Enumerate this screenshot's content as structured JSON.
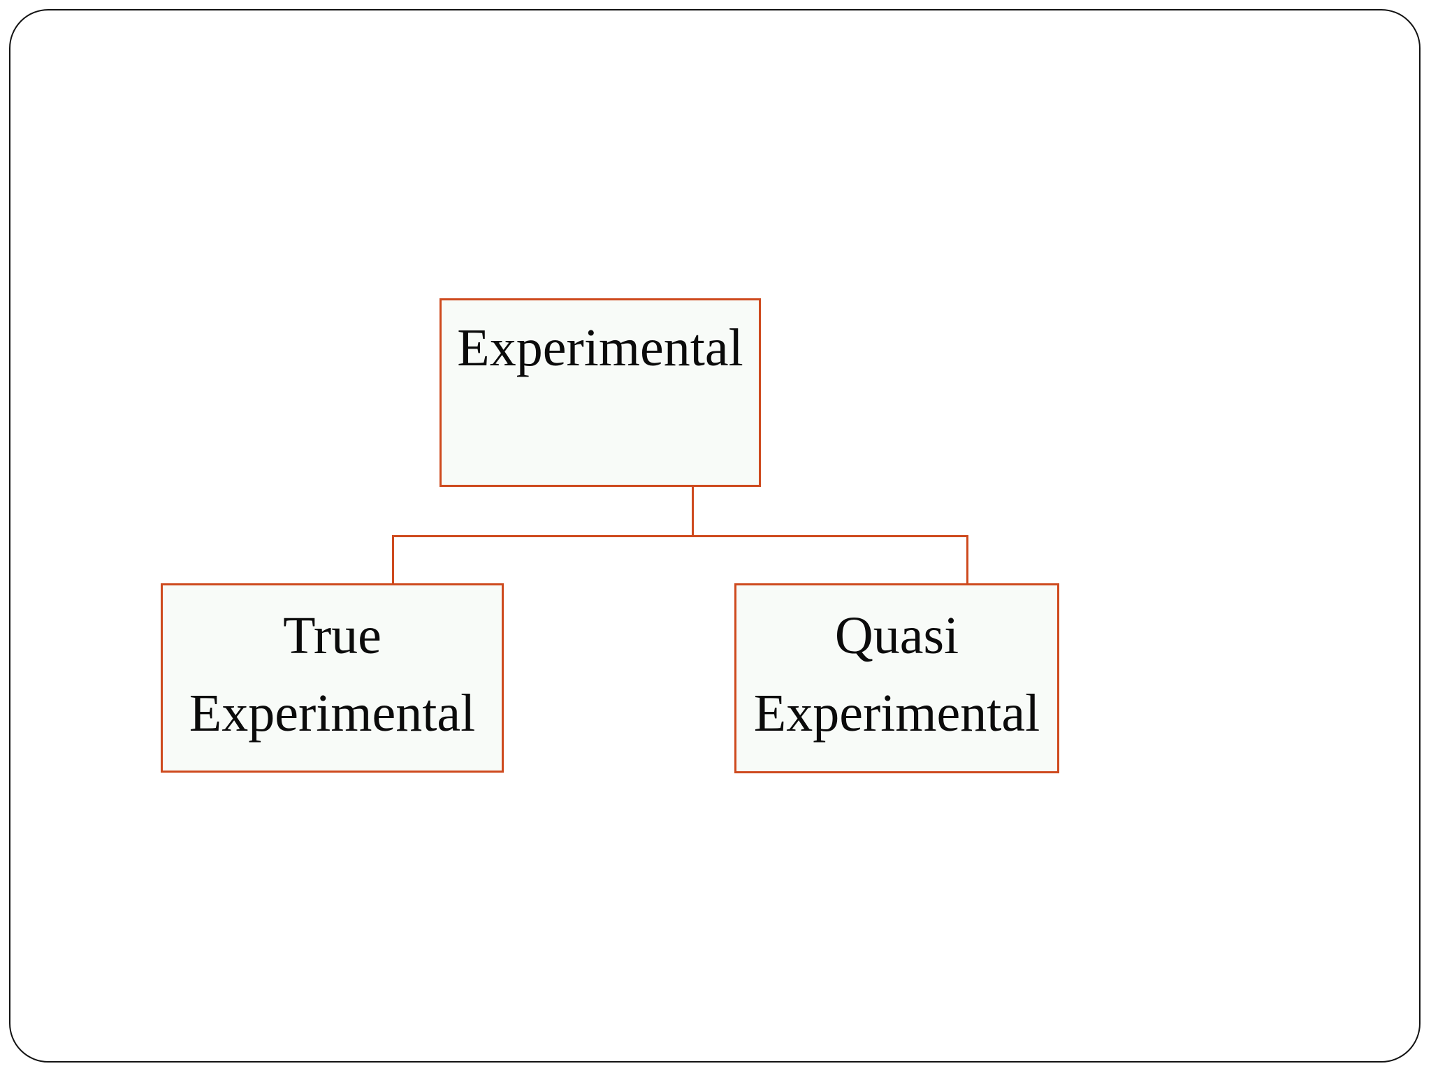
{
  "slide": {
    "background_color": "#ffffff",
    "frame_color": "#131313"
  },
  "theme": {
    "box_border_color": "#ce4a1e",
    "box_fill_color": "#f8fbf8",
    "connector_color": "#ce4a1e",
    "text_color": "#0b0b0b"
  },
  "diagram": {
    "type": "hierarchy",
    "root": {
      "id": "experimental",
      "label": "Experimental"
    },
    "children": [
      {
        "id": "true-experimental",
        "line1": "True",
        "line2": "Experimental"
      },
      {
        "id": "quasi-experimental",
        "line1": "Quasi",
        "line2": "Experimental"
      }
    ]
  }
}
